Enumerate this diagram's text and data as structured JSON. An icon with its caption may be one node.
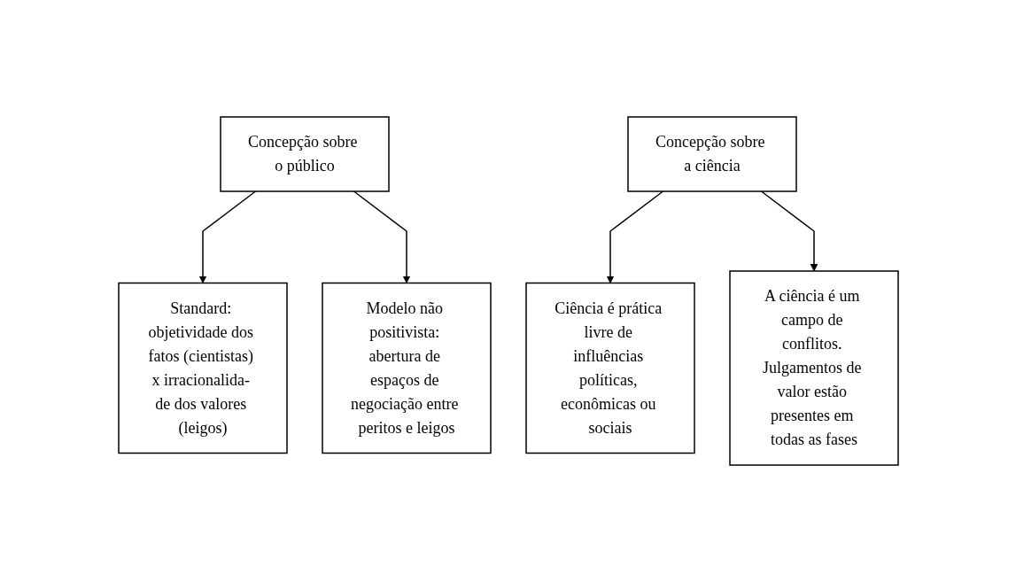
{
  "diagram": {
    "nodes": [
      {
        "text": [
          "Concepção sobre o público"
        ]
      },
      {
        "text": [
          "Concepção sobre a ciência"
        ]
      },
      {
        "text": [
          "Standard: objetividade dos fatos (cientistas) x irracionalida- de dos valores (leigos)"
        ]
      },
      {
        "text": [
          "Modelo não positivista: abertura de espaços de negociação entre peritos e leigos"
        ]
      },
      {
        "text": [
          "Ciência é prática livre de influências políticas, econômicas ou sociais"
        ]
      },
      {
        "text": [
          "A ciência é um campo de conflitos. Julgamentos de valor estão presentes em todas as fases"
        ]
      }
    ],
    "edges": [
      {
        "from": 0,
        "to": 2,
        "arrow": "to"
      },
      {
        "from": 0,
        "to": 3,
        "arrow": "to"
      },
      {
        "from": 1,
        "to": 4,
        "arrow": "to"
      },
      {
        "from": 1,
        "to": 5,
        "arrow": "to"
      }
    ]
  }
}
